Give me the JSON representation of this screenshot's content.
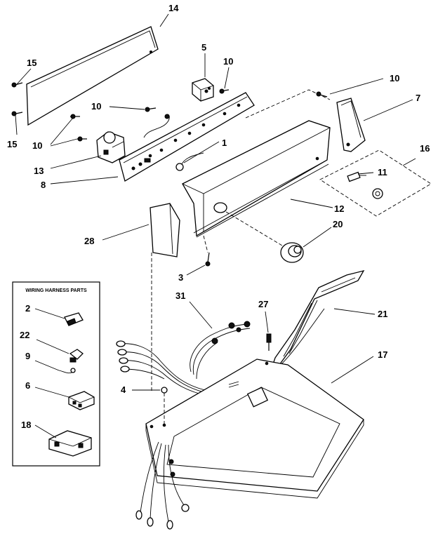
{
  "inset": {
    "title": "WIRING HARNESS PARTS"
  },
  "callouts": {
    "c14": "14",
    "c15a": "15",
    "c15b": "15",
    "c5": "5",
    "c10a": "10",
    "c10b": "10",
    "c10c": "10",
    "c10d": "10",
    "c7": "7",
    "c16": "16",
    "c1": "1",
    "c13": "13",
    "c8": "8",
    "c11": "11",
    "c12": "12",
    "c20": "20",
    "c28": "28",
    "c3": "3",
    "c31": "31",
    "c27": "27",
    "c21": "21",
    "c17": "17",
    "c4": "4",
    "c2": "2",
    "c22": "22",
    "c9": "9",
    "c6": "6",
    "c18": "18"
  },
  "colors": {
    "ink": "#000000",
    "paper": "#ffffff"
  }
}
